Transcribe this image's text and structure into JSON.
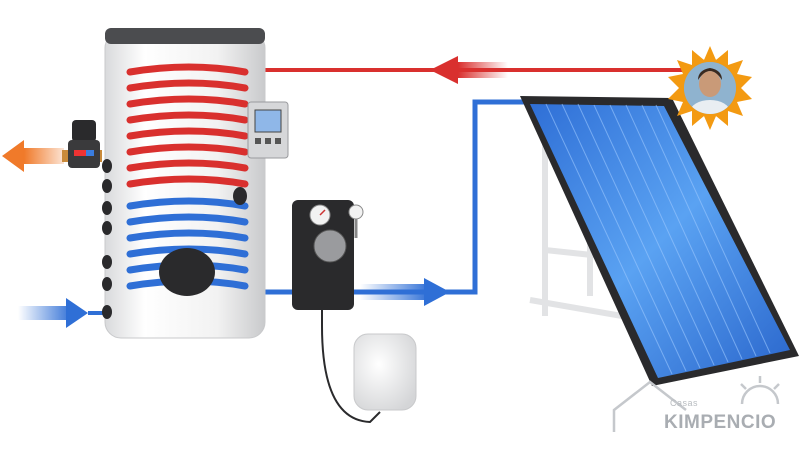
{
  "watermark": {
    "prefix": "Casas",
    "brand": "KIMPENCIO"
  },
  "colors": {
    "hot_pipe": "#d9302e",
    "cold_pipe": "#2f6fd6",
    "outlet_arrow": "#f07a2a",
    "panel_blue": "#3b7fe0",
    "sun": "#f39a12"
  },
  "icons": {
    "tank": "hot-water-tank",
    "thermostat": "thermostat-control",
    "pump": "pump-station",
    "expansion": "expansion-vessel",
    "collector": "solar-collector",
    "sun": "sun-with-avatar",
    "valve": "mixing-valve"
  }
}
